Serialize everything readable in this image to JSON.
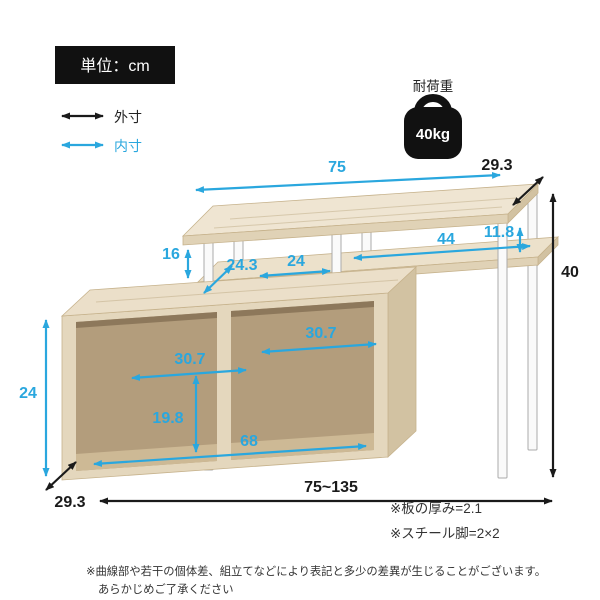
{
  "unit": {
    "label": "単位：cm"
  },
  "legend": {
    "outer_label": "外寸",
    "inner_label": "内寸"
  },
  "load_capacity": {
    "label": "耐荷重",
    "value": "40kg"
  },
  "dims": {
    "top_width": "75",
    "top_depth": "29.3",
    "left_clearance": "16",
    "shelf_inner_depth": "24.3",
    "shelf_left_inner_width": "24",
    "shelf_right_inner_width": "44",
    "right_clearance": "11.8",
    "total_height": "40",
    "box_height": "24",
    "box_left_inner_width": "30.7",
    "box_right_inner_width": "30.7",
    "box_inner_height": "19.8",
    "box_inner_width": "68",
    "extended_width": "75~135",
    "box_depth": "29.3"
  },
  "notes": {
    "board_thickness": "※板の厚み=2.1",
    "steel_legs": "※スチール脚=2×2"
  },
  "disclaimer": {
    "line1": "※曲線部や若干の個体差、組立てなどにより表記と多少の差異が生じることがございます。",
    "line2": "あらかじめご了承ください"
  },
  "colors": {
    "accent_blue": "#2AA7DE",
    "ink": "#1a1a1a",
    "wood_top": "#EFE5D2",
    "wood_front": "#E2D5BB",
    "wood_side": "#D2C2A2",
    "wood_inner": "#B39D7C"
  }
}
